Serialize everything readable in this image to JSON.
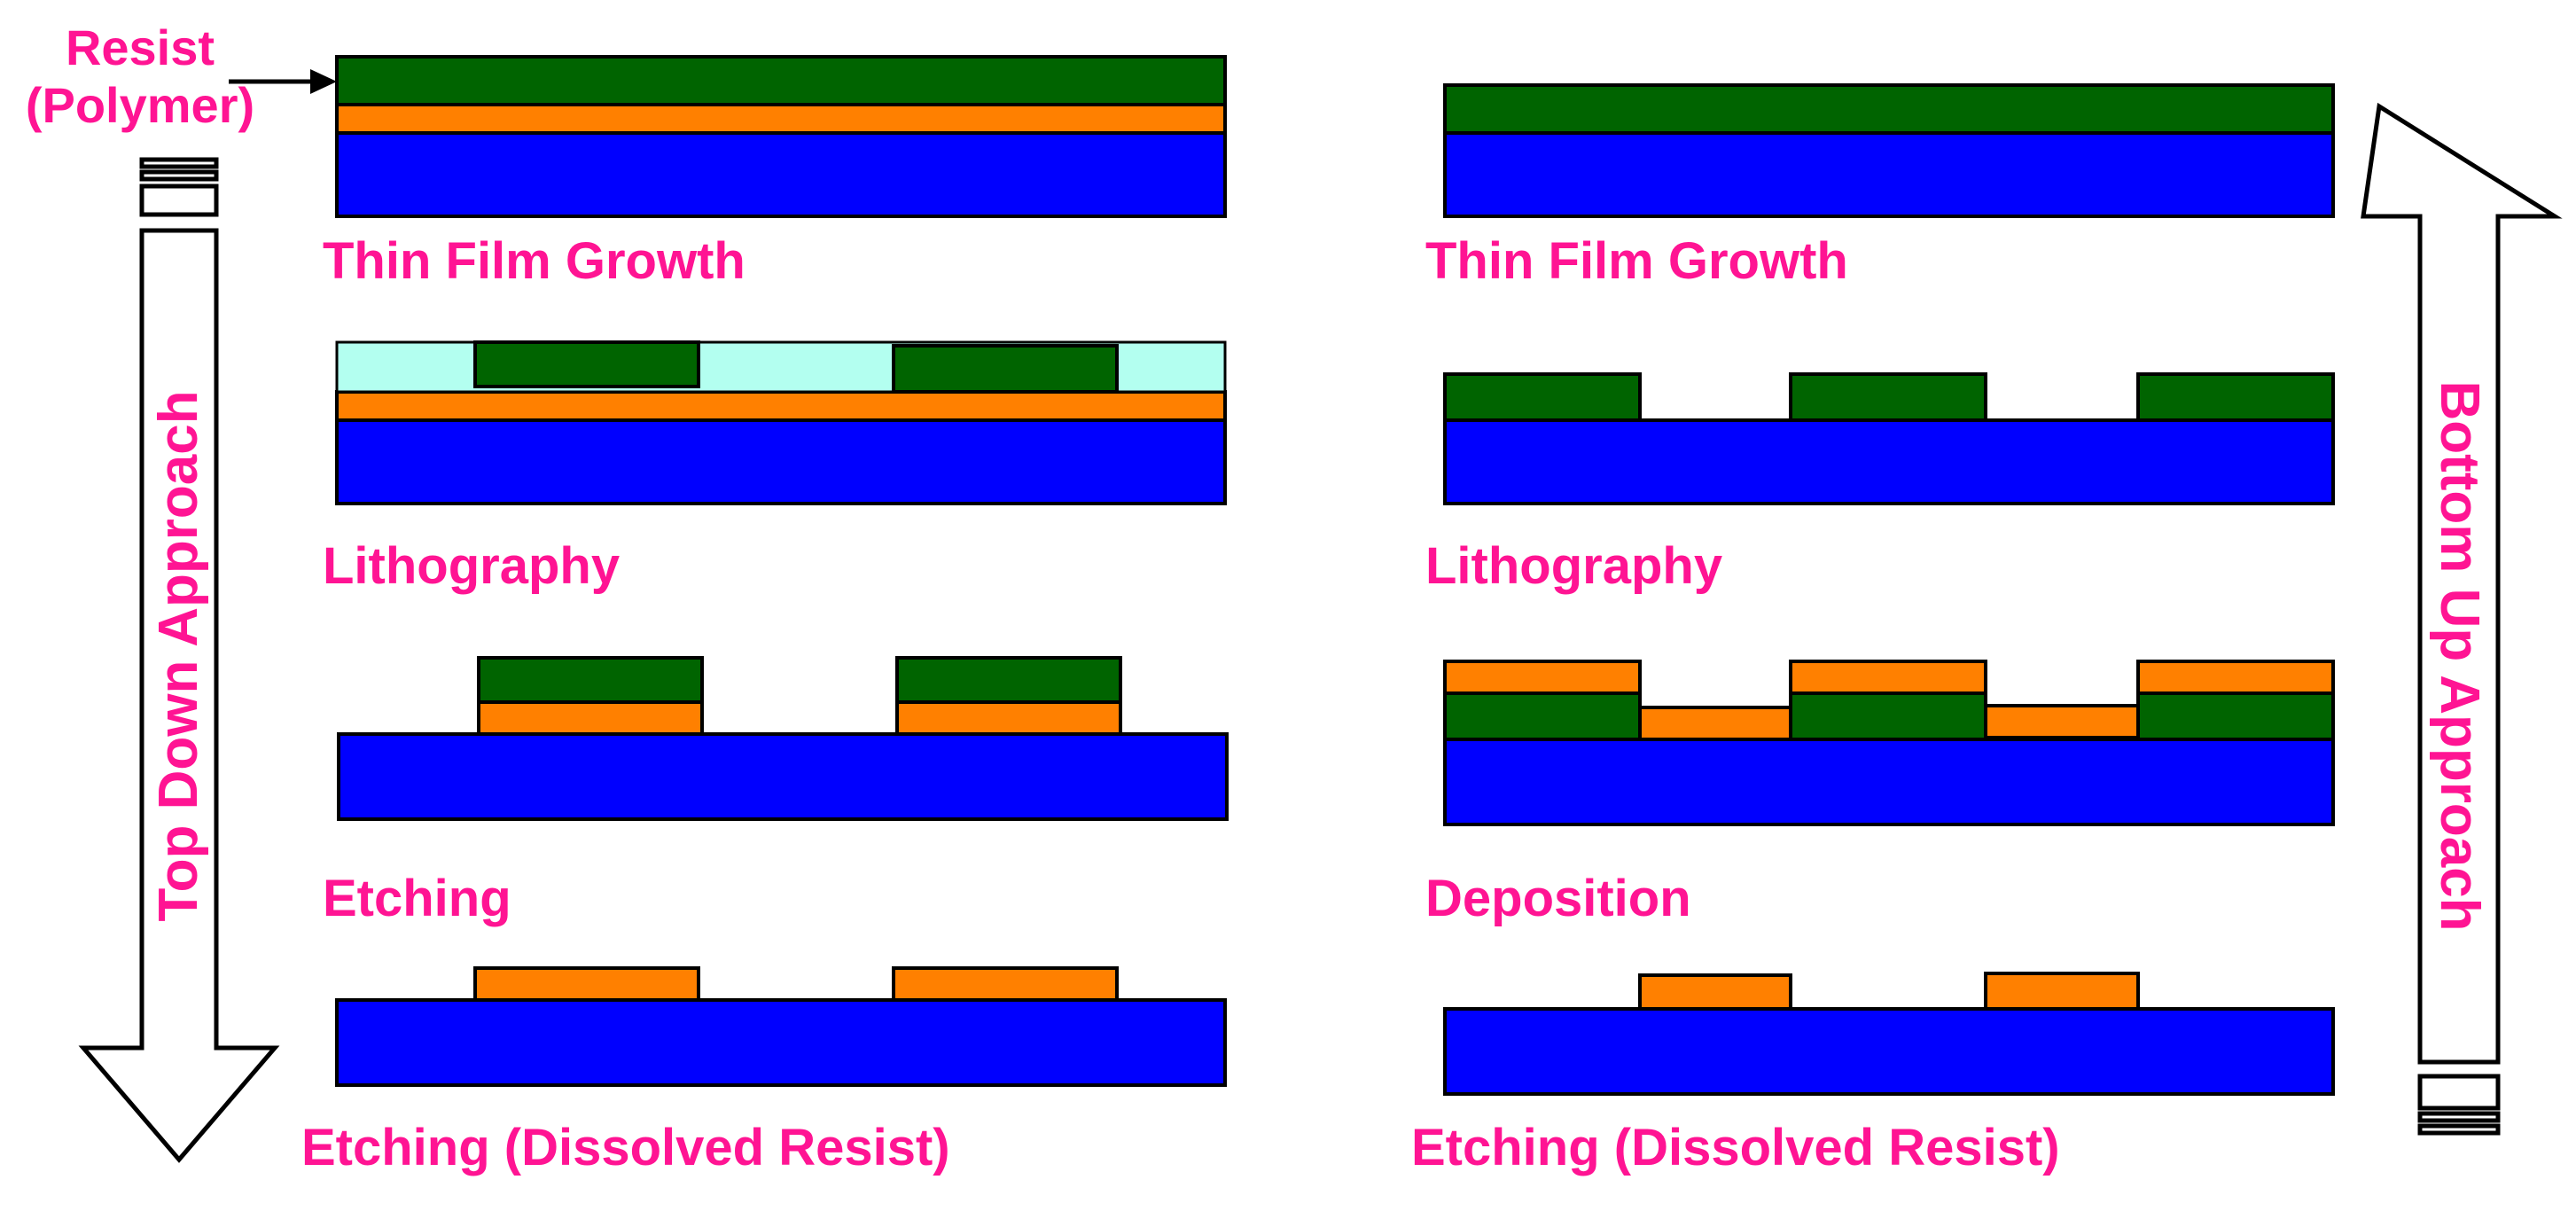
{
  "annotation": {
    "resist_line1": "Resist",
    "resist_line2": "(Polymer)"
  },
  "top_down": {
    "arrow_label": "Top Down Approach",
    "steps": [
      "Thin Film Growth",
      "Lithography",
      "Etching",
      "Etching (Dissolved Resist)"
    ]
  },
  "bottom_up": {
    "arrow_label": "Bottom Up Approach",
    "steps": [
      "Thin Film Growth",
      "Lithography",
      "Deposition",
      "Etching (Dissolved Resist)"
    ]
  },
  "colors": {
    "substrate": "#0000ff",
    "resist": "#006400",
    "film": "#ff8000",
    "mask": "#b3fff0",
    "label": "#ff1493",
    "outline": "#000000"
  }
}
